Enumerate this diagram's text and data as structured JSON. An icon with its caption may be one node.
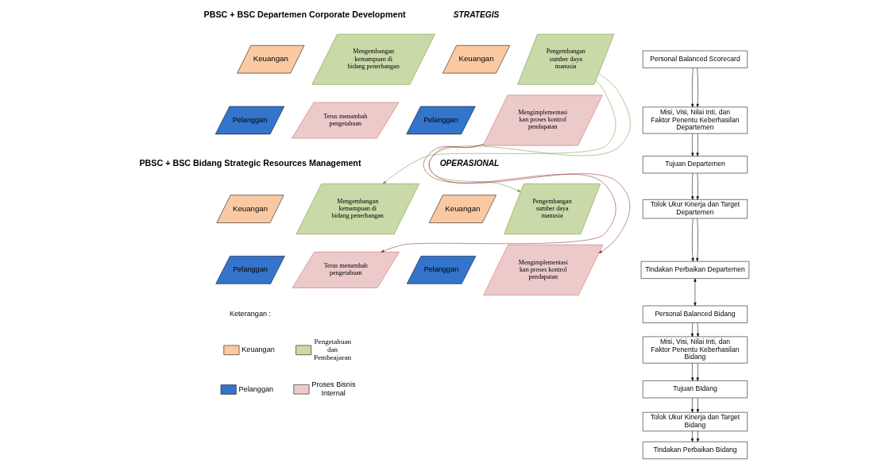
{
  "diagram": {
    "nodes": [
      {
        "text": [
          "Keuangan"
        ]
      },
      {
        "text": [
          "Mengembangan kemampuan di bidang penerbangan"
        ]
      },
      {
        "text": [
          "Pelanggan"
        ]
      },
      {
        "text": [
          "Terus menambah pengetahuan"
        ]
      },
      {
        "text": [
          "Keuangan"
        ]
      },
      {
        "text": [
          "Pengembangan sumber daya manusia"
        ]
      },
      {
        "text": [
          "Pelanggan"
        ]
      },
      {
        "text": [
          "Mengimplementasi kan proses kontrol pendapatan"
        ]
      },
      {
        "text": [
          "Keuangan"
        ]
      },
      {
        "text": [
          "Mengembangan kemampuan di bidang penerbangan"
        ]
      },
      {
        "text": [
          "Pelanggan"
        ]
      },
      {
        "text": [
          "Terus menambah pengetahuan"
        ]
      },
      {
        "text": [
          "Keuangan"
        ]
      },
      {
        "text": [
          "Pengembangan sumber daya manusia"
        ]
      },
      {
        "text": [
          "Pelanggan"
        ]
      },
      {
        "text": [
          "Mengimplementasi kan proses kontrol pendapatan"
        ]
      },
      {
        "text": [
          "Personal Balanced Scorecard"
        ]
      },
      {
        "text": [
          "Misi, Visi, Nilai Inti, dan Faktor Penentu Keberhasilan Departemen"
        ]
      },
      {
        "text": [
          "Tujuan Departemen"
        ]
      },
      {
        "text": [
          "Tolok Ukur Kinerja dan Target Departemen"
        ]
      },
      {
        "text": [
          "Tindakan Perbaikan Departemen"
        ]
      },
      {
        "text": [
          "Personal Balanced Bidang"
        ]
      },
      {
        "text": [
          "Misi, Visi, Nilai Inti, dan Faktor Penentu Keberhasilan Bidang"
        ]
      },
      {
        "text": [
          "Tujuan BIdang"
        ]
      },
      {
        "text": [
          "Tolok Ukur Kinerja dan Target Bidang"
        ]
      },
      {
        "text": [
          "Tindakan Perbaikan Bidang"
        ]
      }
    ],
    "edges": [
      {
        "from": 5,
        "to": 9,
        "arrow": "to",
        "color": "#77933c"
      },
      {
        "from": 5,
        "to": 13,
        "arrow": "to",
        "color": "#77933c"
      },
      {
        "from": 7,
        "to": 11,
        "arrow": "to",
        "color": "#8b2c2c"
      },
      {
        "from": 7,
        "to": 15,
        "arrow": "to",
        "color": "#8b2c2c"
      },
      {
        "from": 16,
        "to": 17,
        "arrow": "to"
      },
      {
        "from": 16,
        "to": 17,
        "arrow": "to"
      },
      {
        "from": 17,
        "to": 18,
        "arrow": "to"
      },
      {
        "from": 17,
        "to": 18,
        "arrow": "to"
      },
      {
        "from": 18,
        "to": 19,
        "arrow": "to"
      },
      {
        "from": 18,
        "to": 19,
        "arrow": "to"
      },
      {
        "from": 19,
        "to": 20,
        "arrow": "to"
      },
      {
        "from": 19,
        "to": 20,
        "arrow": "to"
      },
      {
        "from": 20,
        "to": 21,
        "arrow": "both"
      },
      {
        "from": 21,
        "to": 22,
        "arrow": "to"
      },
      {
        "from": 21,
        "to": 22,
        "arrow": "to"
      },
      {
        "from": 22,
        "to": 23,
        "arrow": "to"
      },
      {
        "from": 22,
        "to": 23,
        "arrow": "to"
      },
      {
        "from": 23,
        "to": 24,
        "arrow": "to"
      },
      {
        "from": 23,
        "to": 24,
        "arrow": "to"
      },
      {
        "from": 24,
        "to": 25,
        "arrow": "to"
      },
      {
        "from": 24,
        "to": 25,
        "arrow": "to"
      }
    ],
    "labels": [
      "PBSC + BSC Departemen Corporate Development",
      "STRATEGIS",
      "PBSC + BSC Bidang Strategic Resources Management",
      "OPERASIONAL",
      "Keterangan :"
    ],
    "legend": [
      {
        "text": "Keuangan",
        "color": "#fac9a2"
      },
      {
        "text": "Pengetahuan dan Pembeajaran",
        "color": "#c9d9a8"
      },
      {
        "text": "Pelanggan",
        "color": "#3374cc"
      },
      {
        "text": "Proses Bisnis Internal",
        "color": "#eccaca"
      }
    ]
  }
}
